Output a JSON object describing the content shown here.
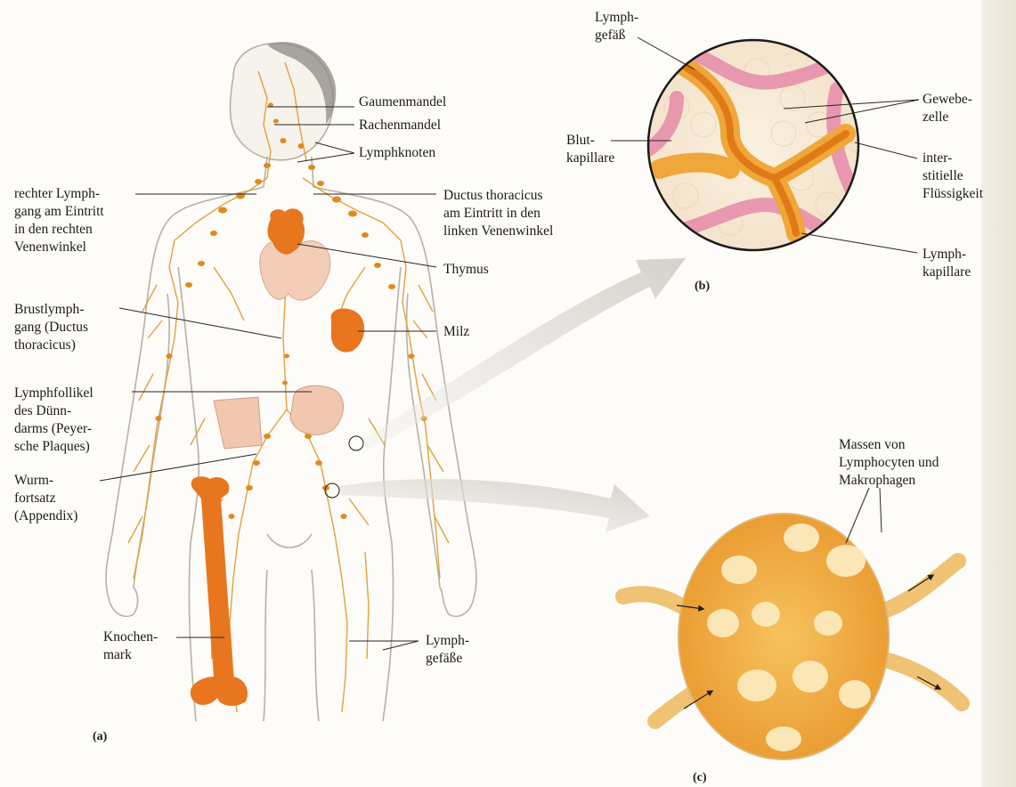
{
  "labels": {
    "gaumenmandel": "Gaumenmandel",
    "rachenmandel": "Rachenmandel",
    "lymphknoten": "Lymphknoten",
    "rechter_lymphgang": "rechter Lymph-\ngang am Eintritt\nin den rechten\nVenenwinkel",
    "ductus_thoracicus_eintritt": "Ductus thoracicus\nam Eintritt in den\nlinken Venenwinkel",
    "thymus": "Thymus",
    "brustlymphgang": "Brustlymph-\ngang (Ductus\nthoracicus)",
    "milz": "Milz",
    "lymphfollikel": "Lymphfollikel\ndes Dünn-\ndarms (Peyer-\nsche Plaques)",
    "wurmfortsatz": "Wurm-\nfortsatz\n(Appendix)",
    "knochenmark": "Knochen-\nmark",
    "lymphgefaesse": "Lymph-\ngefäße",
    "lymphgefaess": "Lymph-\ngefäß",
    "blutkapillare": "Blut-\nkapillare",
    "gewebezelle": "Gewebe-\nzelle",
    "interstitielle_fluessigkeit": "inter-\nstitielle\nFlüssigkeit",
    "lymphkapillare": "Lymph-\nkapillare",
    "massen_lymphocyten": "Massen von\nLymphocyten und\nMakrophagen"
  },
  "panels": {
    "a": "(a)",
    "b": "(b)",
    "c": "(c)"
  },
  "colors": {
    "lymph_vessel": "#e3a13a",
    "lymph_node": "#e08a1f",
    "organ_orange": "#e8761e",
    "skin_outline": "#b9b0a4",
    "blood_capillary": "#e58aa8",
    "node_tissue": "#f0b24a",
    "arrow": "#cfcac3",
    "leader_line": "#2a2520"
  }
}
